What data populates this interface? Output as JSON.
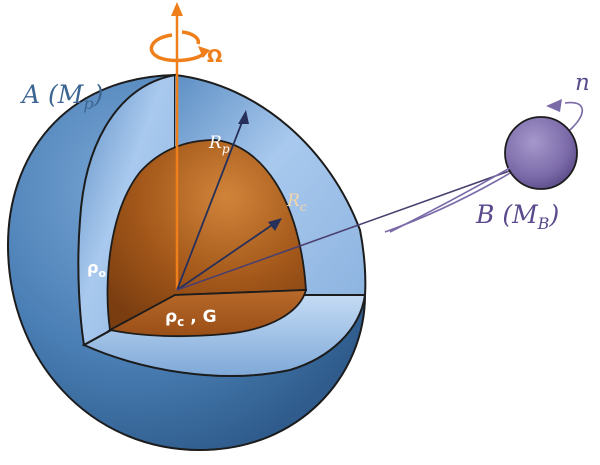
{
  "diagram": {
    "body_a_label": "A (M",
    "body_a_sub": "p",
    "body_a_close": ")",
    "body_b_label": "B (M",
    "body_b_sub": "B",
    "body_b_close": ")",
    "omega_label": "Ω",
    "n_label": "n",
    "rp_label": "R",
    "rp_sub": "p",
    "rc_label": "R",
    "rc_sub": "c",
    "rho_o_label": "ρ",
    "rho_o_sub": "o",
    "rho_c_label": "ρ",
    "rho_c_sub": "c",
    "rho_c_suffix": " , G",
    "colors": {
      "mantle": "#4a7fb5",
      "mantle_light": "#a9c9ee",
      "core": "#a4581a",
      "core_light": "#c9762e",
      "axis": "#ef7f1a",
      "moon": "#7b6aa8",
      "label_blue": "#3d6592",
      "label_purple": "#5a4a8c"
    }
  }
}
